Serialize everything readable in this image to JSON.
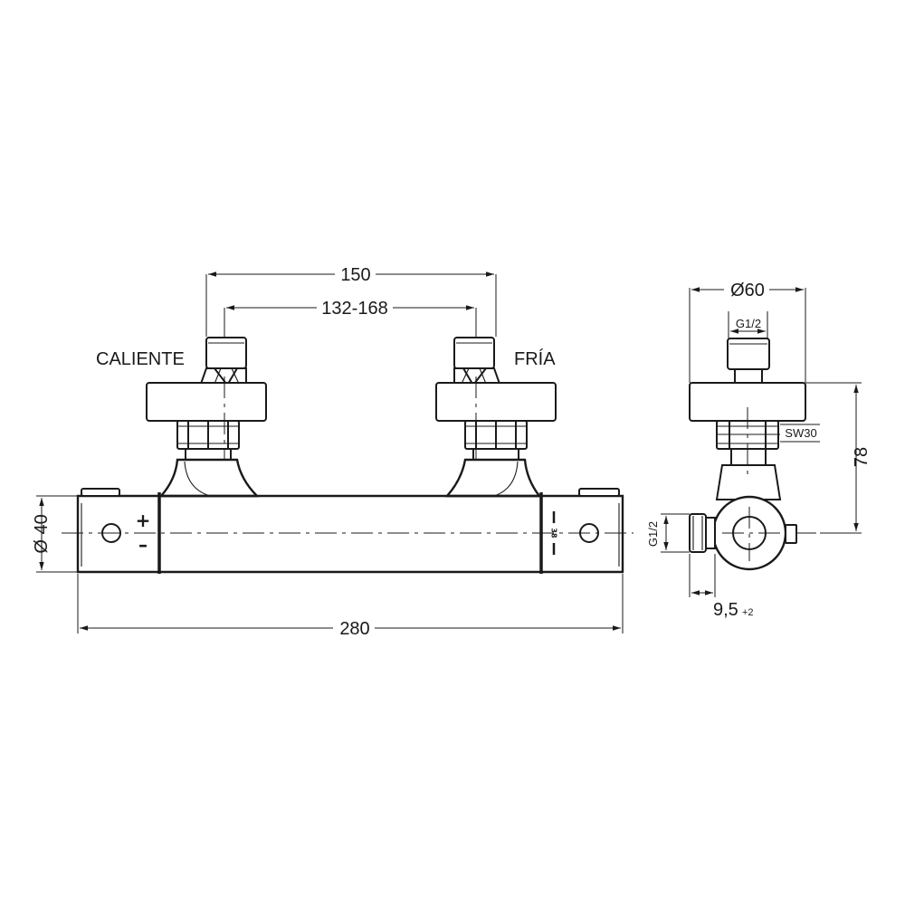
{
  "front_view": {
    "labels": {
      "hot": "CALIENTE",
      "cold": "FRÍA"
    },
    "dimensions": {
      "inlet_spacing": "150",
      "inlet_range": "132-168",
      "body_length": "280",
      "body_diameter": "Ø 40"
    },
    "markings": {
      "left_plus": "+",
      "left_minus": "–",
      "right_38": "38"
    }
  },
  "side_view": {
    "dimensions": {
      "flange_diameter": "Ø60",
      "thread_top": "G1/2",
      "wrench_size": "SW30",
      "height": "78",
      "thread_outlet": "G1/2",
      "outlet_length": "9,5",
      "outlet_tolerance": "+2"
    }
  }
}
